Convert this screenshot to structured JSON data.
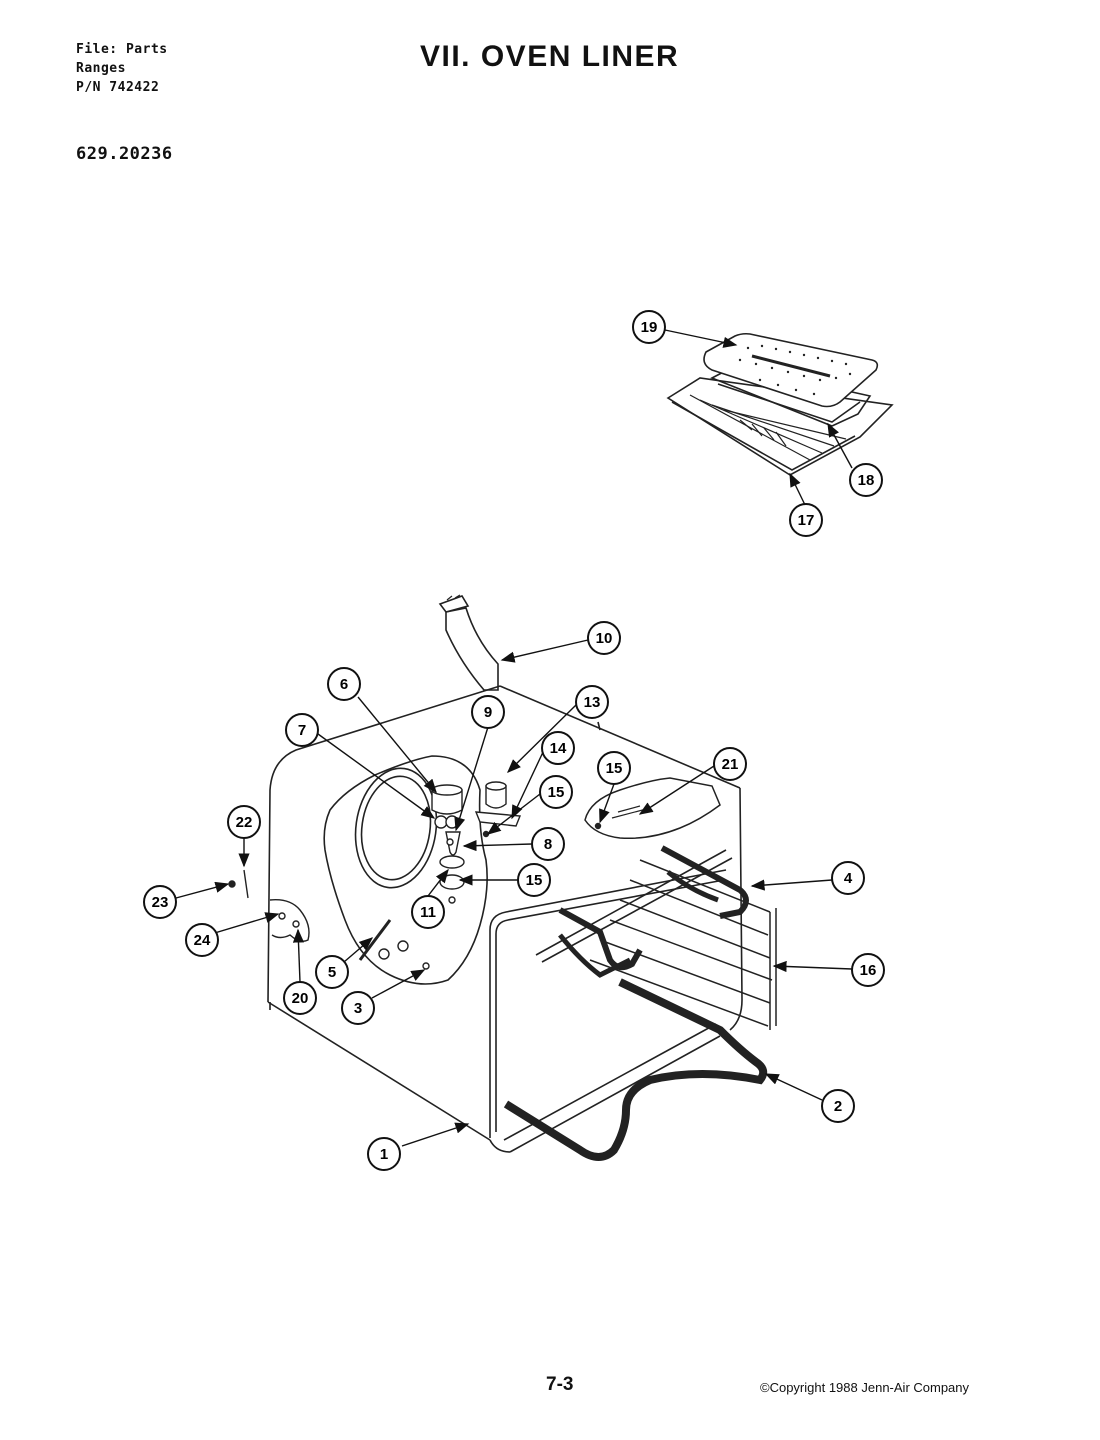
{
  "header": {
    "file_line": "File: Parts",
    "category_line": "Ranges",
    "part_number_line": "P/N 742422"
  },
  "model_number": "629.20236",
  "title": "VII. OVEN LINER",
  "footer": {
    "page_number": "7-3",
    "copyright": "©Copyright 1988 Jenn-Air Company"
  },
  "callouts": [
    {
      "id": "19",
      "label": "19"
    },
    {
      "id": "18",
      "label": "18"
    },
    {
      "id": "17",
      "label": "17"
    },
    {
      "id": "10",
      "label": "10"
    },
    {
      "id": "6",
      "label": "6"
    },
    {
      "id": "9",
      "label": "9"
    },
    {
      "id": "13",
      "label": "13"
    },
    {
      "id": "7",
      "label": "7"
    },
    {
      "id": "14",
      "label": "14"
    },
    {
      "id": "15a",
      "label": "15"
    },
    {
      "id": "15b",
      "label": "15"
    },
    {
      "id": "21",
      "label": "21"
    },
    {
      "id": "22",
      "label": "22"
    },
    {
      "id": "8",
      "label": "8"
    },
    {
      "id": "4",
      "label": "4"
    },
    {
      "id": "15c",
      "label": "15"
    },
    {
      "id": "23",
      "label": "23"
    },
    {
      "id": "11",
      "label": "11"
    },
    {
      "id": "24",
      "label": "24"
    },
    {
      "id": "16",
      "label": "16"
    },
    {
      "id": "5",
      "label": "5"
    },
    {
      "id": "20",
      "label": "20"
    },
    {
      "id": "3",
      "label": "3"
    },
    {
      "id": "2",
      "label": "2"
    },
    {
      "id": "1",
      "label": "1"
    }
  ]
}
